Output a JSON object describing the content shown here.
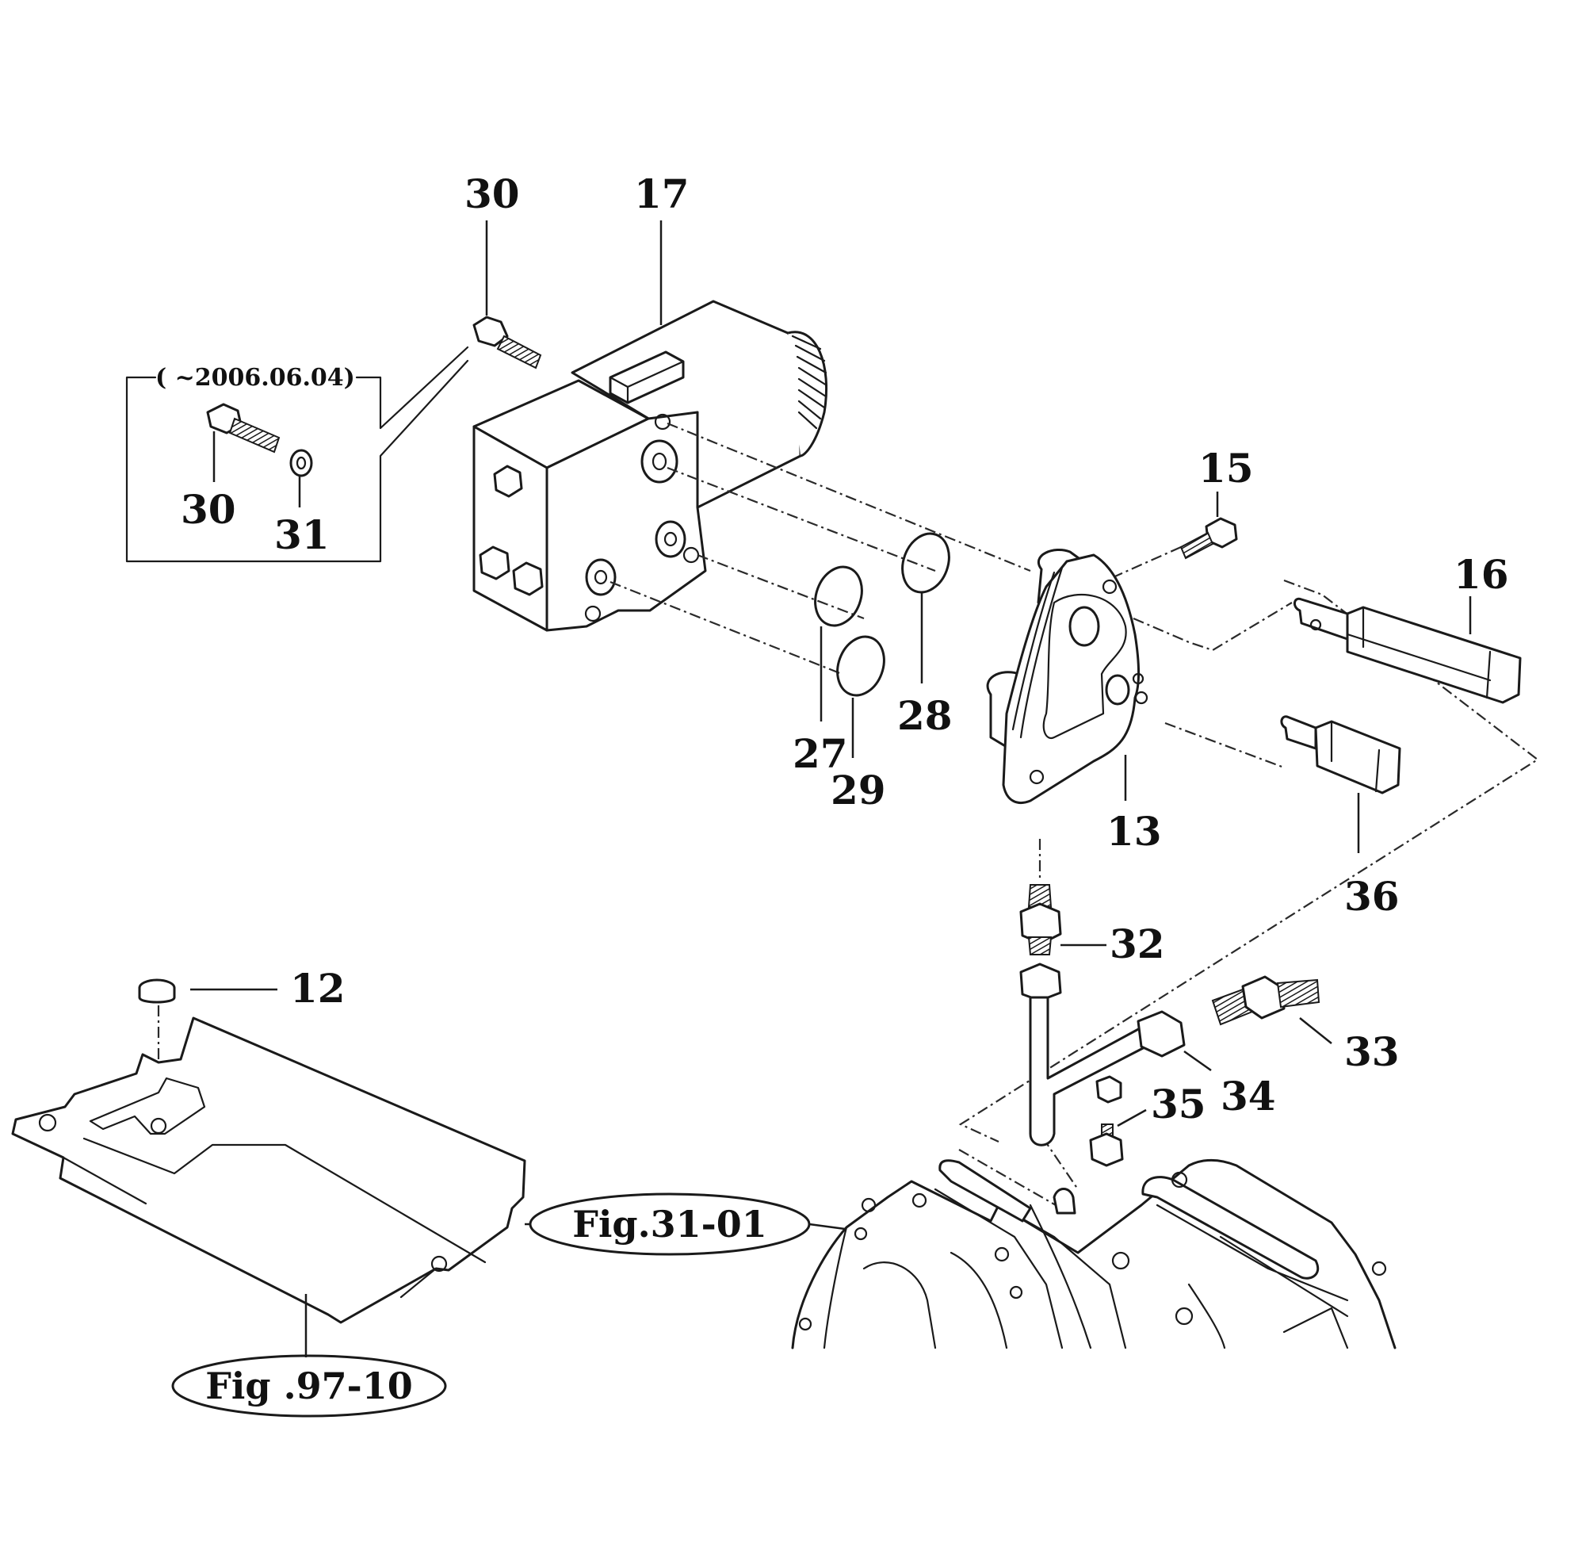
{
  "diagram": {
    "type": "exploded-parts-diagram",
    "callouts": [
      {
        "id": "30",
        "label": "30",
        "part": "bolt"
      },
      {
        "id": "17",
        "label": "17",
        "part": "valve-block"
      },
      {
        "id": "15",
        "label": "15",
        "part": "bolt"
      },
      {
        "id": "16",
        "label": "16",
        "part": "relief-valve-cartridge"
      },
      {
        "id": "13",
        "label": "13",
        "part": "valve-cover-plate"
      },
      {
        "id": "28",
        "label": "28",
        "part": "o-ring"
      },
      {
        "id": "27",
        "label": "27",
        "part": "o-ring"
      },
      {
        "id": "29",
        "label": "29",
        "part": "o-ring"
      },
      {
        "id": "36",
        "label": "36",
        "part": "valve-cartridge"
      },
      {
        "id": "32",
        "label": "32",
        "part": "union-fitting"
      },
      {
        "id": "33",
        "label": "33",
        "part": "elbow-fitting"
      },
      {
        "id": "34",
        "label": "34",
        "part": "pipe"
      },
      {
        "id": "35",
        "label": "35",
        "part": "plug"
      },
      {
        "id": "12",
        "label": "12",
        "part": "plug-cap"
      }
    ],
    "inset": {
      "date_label": "( ~2006.06.04)",
      "callouts": [
        {
          "id": "30",
          "label": "30",
          "part": "bolt"
        },
        {
          "id": "31",
          "label": "31",
          "part": "washer"
        }
      ]
    },
    "figure_refs": [
      {
        "label": "Fig.31-01",
        "part": "transmission-case"
      },
      {
        "label": "Fig .97-10",
        "part": "cover-plate"
      }
    ]
  }
}
